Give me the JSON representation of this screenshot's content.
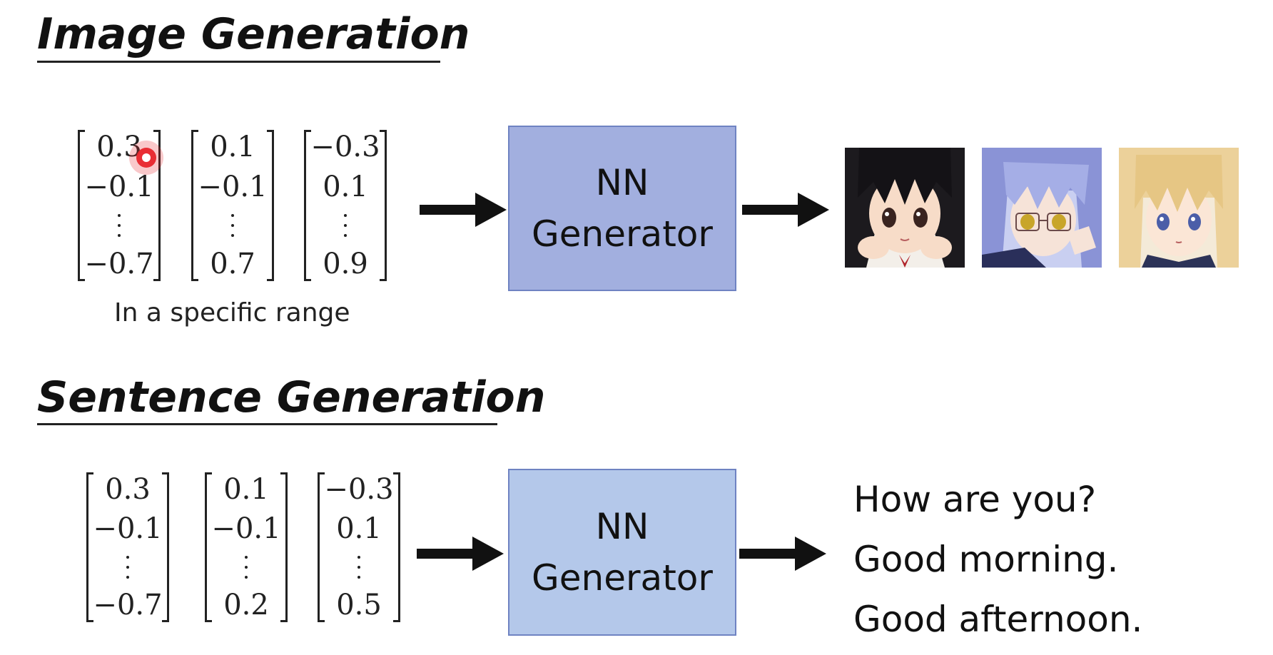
{
  "sections": {
    "image": {
      "title": "Image Generation",
      "vectors": [
        [
          "0.3",
          "−0.1",
          "−0.7"
        ],
        [
          "0.1",
          "−0.1",
          "0.7"
        ],
        [
          "−0.3",
          "0.1",
          "0.9"
        ]
      ],
      "caption": "In a specific range",
      "generator": {
        "line1": "NN",
        "line2": "Generator"
      },
      "outputs": [
        "anime-face-1",
        "anime-face-2",
        "anime-face-3"
      ]
    },
    "sentence": {
      "title": "Sentence Generation",
      "vectors": [
        [
          "0.3",
          "−0.1",
          "−0.7"
        ],
        [
          "0.1",
          "−0.1",
          "0.2"
        ],
        [
          "−0.3",
          "0.1",
          "0.5"
        ]
      ],
      "generator": {
        "line1": "NN",
        "line2": "Generator"
      },
      "outputs": [
        "How are you?",
        "Good morning.",
        "Good afternoon."
      ]
    }
  },
  "colors": {
    "generator_top": "#a2afdf",
    "generator_bottom": "#b4c8ea",
    "generator_border": "#6f83c2",
    "cursor": "#e8252b"
  },
  "icons": {
    "cursor": "click-cursor-icon",
    "arrow": "right-arrow-icon"
  }
}
